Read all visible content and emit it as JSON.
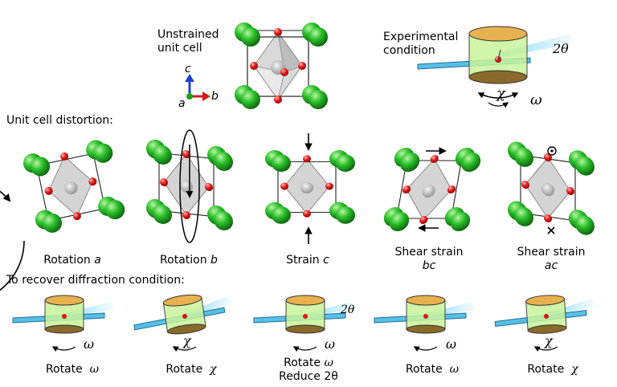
{
  "header": {
    "unstrained_label": "Unstrained unit cell",
    "experimental_label": "Experimental condition",
    "axis_c": "c",
    "axis_a": "a",
    "axis_b": "b",
    "two_theta": "2θ",
    "chi": "χ",
    "omega": "ω"
  },
  "distortion": {
    "title": "Unit cell distortion:",
    "items": [
      {
        "prefix": "Rotation ",
        "axis": "a"
      },
      {
        "prefix": "Rotation ",
        "axis": "b"
      },
      {
        "prefix": "Strain ",
        "axis": "c"
      },
      {
        "prefix": "Shear strain",
        "axis": "bc"
      },
      {
        "prefix": "Shear strain",
        "axis": "ac"
      }
    ]
  },
  "recover": {
    "title": "To recover diffraction condition:",
    "items": [
      {
        "action": "Rotate",
        "symbol": "ω",
        "extra": ""
      },
      {
        "action": "Rotate",
        "symbol": "χ",
        "extra": ""
      },
      {
        "action": "Rotate",
        "symbol": "ω",
        "extra": "Reduce 2θ"
      },
      {
        "action": "Rotate",
        "symbol": "ω",
        "extra": ""
      },
      {
        "action": "Rotate",
        "symbol": "χ",
        "extra": ""
      }
    ]
  },
  "colors": {
    "a_atom": "#23b523",
    "b_atom": "#e01010",
    "octahedron": "#c8c8c8",
    "cylinder_body": "#c8f29a",
    "cylinder_top": "#e8b14f",
    "cylinder_bottom": "#8a6a2a",
    "beam": "#5cc3ea"
  }
}
